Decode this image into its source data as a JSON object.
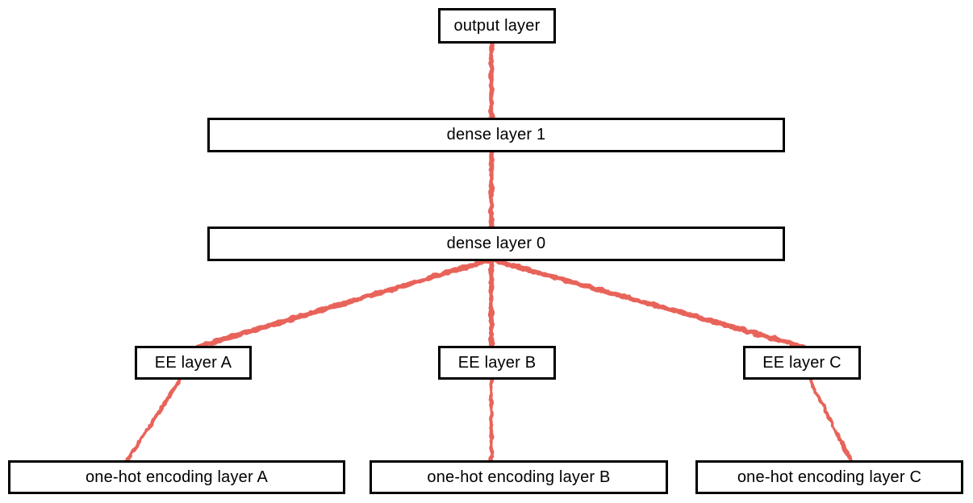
{
  "diagram": {
    "nodes": {
      "output": {
        "label": "output layer"
      },
      "dense1": {
        "label": "dense layer 1"
      },
      "dense0": {
        "label": "dense layer 0"
      },
      "ee_a": {
        "label": "EE layer A"
      },
      "ee_b": {
        "label": "EE layer B"
      },
      "ee_c": {
        "label": "EE layer C"
      },
      "onehot_a": {
        "label": "one-hot encoding layer A"
      },
      "onehot_b": {
        "label": "one-hot encoding layer B"
      },
      "onehot_c": {
        "label": "one-hot encoding layer C"
      }
    },
    "edges": [
      {
        "from": "output",
        "to": "dense1"
      },
      {
        "from": "dense1",
        "to": "dense0"
      },
      {
        "from": "dense0",
        "to": "ee_a"
      },
      {
        "from": "dense0",
        "to": "ee_b"
      },
      {
        "from": "dense0",
        "to": "ee_c"
      },
      {
        "from": "ee_a",
        "to": "onehot_a"
      },
      {
        "from": "ee_b",
        "to": "onehot_b"
      },
      {
        "from": "ee_c",
        "to": "onehot_c"
      }
    ],
    "colors": {
      "edge": "#e8645a",
      "box_border": "#000000",
      "box_fill": "#ffffff",
      "text": "#000000",
      "background": "#ffffff"
    }
  }
}
